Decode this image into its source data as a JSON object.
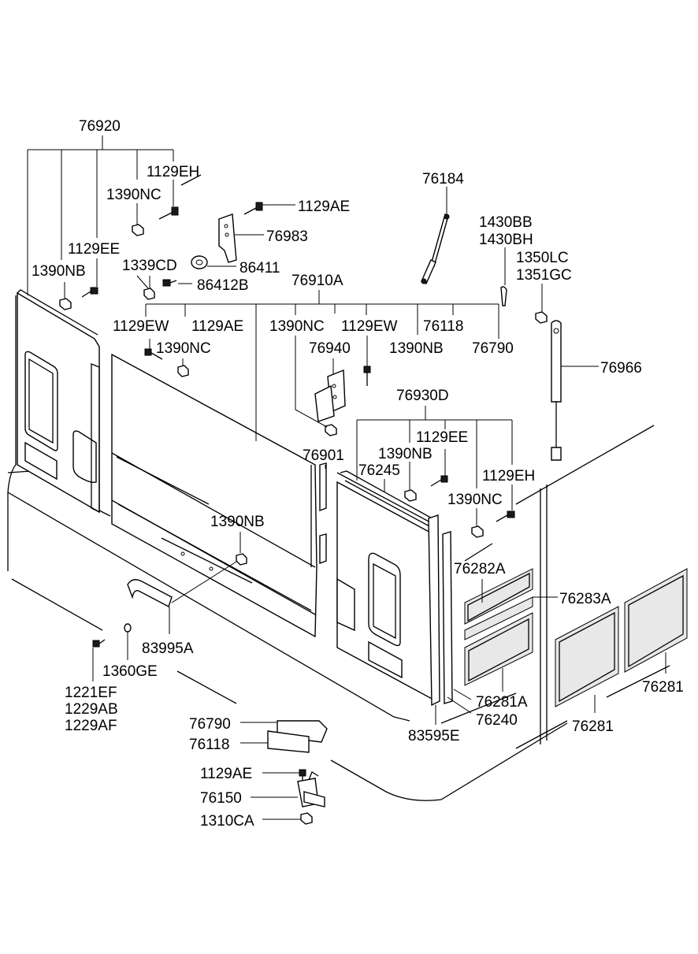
{
  "labels": {
    "l76920": "76920",
    "l1129EH_a": "1129EH",
    "l1390NC_a": "1390NC",
    "l1129EE_a": "1129EE",
    "l1390NB_a": "1390NB",
    "l1339CD": "1339CD",
    "l86412B": "86412B",
    "l1129AE_a": "1129AE",
    "l76983": "76983",
    "l86411": "86411",
    "l76910A": "76910A",
    "l1129EW_a": "1129EW",
    "l1129AE_b": "1129AE",
    "l1390NC_b": "1390NC",
    "l1390NC_c": "1390NC",
    "l1129EW_b": "1129EW",
    "l76118_a": "76118",
    "l76940": "76940",
    "l1390NB_b": "1390NB",
    "l76790_a": "76790",
    "l76184": "76184",
    "l1430BB": "1430BB",
    "l1430BH": "1430BH",
    "l1350LC": "1350LC",
    "l1351GC": "1351GC",
    "l76966": "76966",
    "l76930D": "76930D",
    "l1129EE_b": "1129EE",
    "l1390NB_c": "1390NB",
    "l76901": "76901",
    "l76245": "76245",
    "l1129EH_b": "1129EH",
    "l1390NC_d": "1390NC",
    "l1390NB_d": "1390NB",
    "l76282A": "76282A",
    "l76283A": "76283A",
    "l76281_a": "76281",
    "l76281_b": "76281",
    "l76281A": "76281A",
    "l76240": "76240",
    "l83595E": "83595E",
    "l83995A": "83995A",
    "l1360GE": "1360GE",
    "l1221EF": "1221EF",
    "l1229AB": "1229AB",
    "l1229AF": "1229AF",
    "l76790_b": "76790",
    "l76118_b": "76118",
    "l1129AE_c": "1129AE",
    "l76150": "76150",
    "l1310CA": "1310CA"
  }
}
